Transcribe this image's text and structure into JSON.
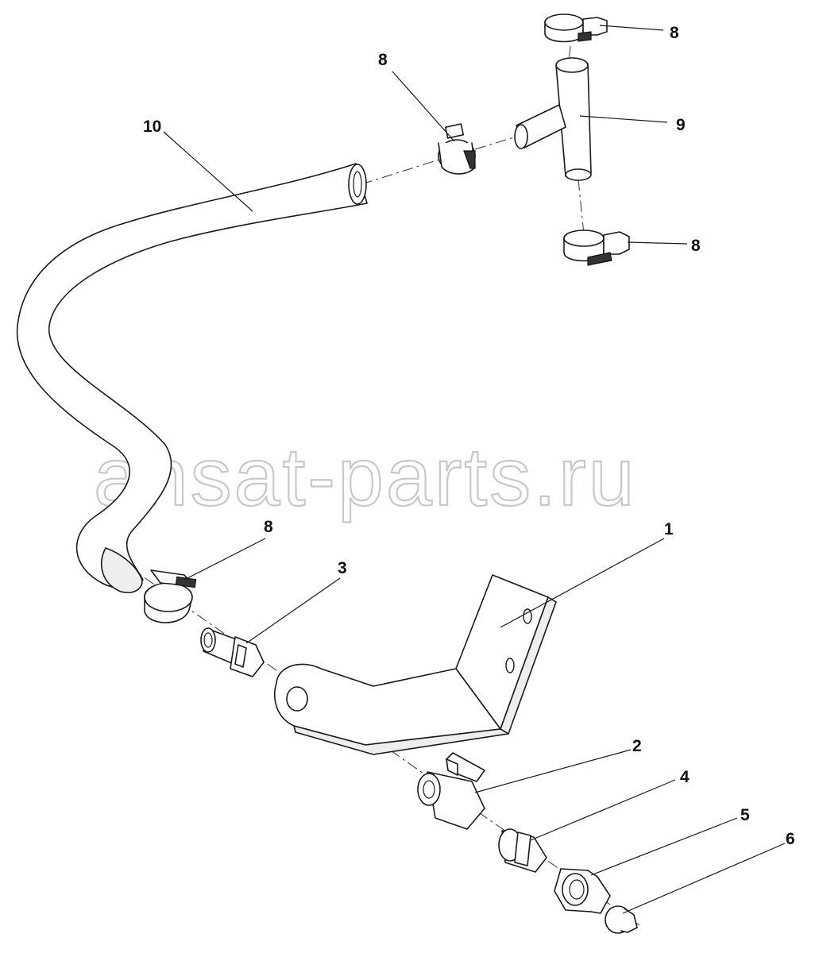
{
  "watermark": "ansat-parts.ru",
  "callouts": [
    {
      "id": "c8a",
      "label": "8"
    },
    {
      "id": "c8b",
      "label": "8"
    },
    {
      "id": "c9",
      "label": "9"
    },
    {
      "id": "c10",
      "label": "10"
    },
    {
      "id": "c8c",
      "label": "8"
    },
    {
      "id": "c8d",
      "label": "8"
    },
    {
      "id": "c1",
      "label": "1"
    },
    {
      "id": "c3",
      "label": "3"
    },
    {
      "id": "c2",
      "label": "2"
    },
    {
      "id": "c4",
      "label": "4"
    },
    {
      "id": "c5",
      "label": "5"
    },
    {
      "id": "c6",
      "label": "6"
    }
  ],
  "colors": {
    "line": "#1a1a1a",
    "watermark": "#c8c8c8",
    "background": "#ffffff"
  }
}
